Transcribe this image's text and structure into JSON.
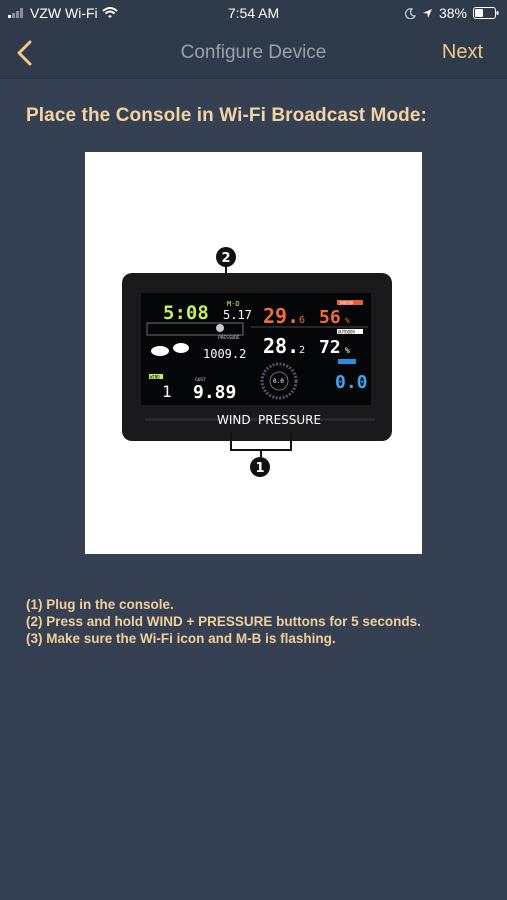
{
  "status_bar": {
    "carrier": "VZW Wi-Fi",
    "time": "7:54 AM",
    "battery": "38%"
  },
  "nav": {
    "title": "Configure Device",
    "next_label": "Next",
    "back_icon": "chevron-left-icon"
  },
  "heading": "Place the Console in Wi-Fi Broadcast Mode:",
  "console": {
    "time": "5:08",
    "date_label": "M-D",
    "date": "5.17",
    "indoor_label": "INDOOR",
    "indoor_temp": "29.",
    "indoor_temp_dec": "6",
    "indoor_hum": "56",
    "outdoor_label": "OUTDOOR",
    "outdoor_temp": "28.",
    "outdoor_temp_dec": "2",
    "outdoor_hum": "72",
    "pressure_label": "PRESSURE",
    "pressure": "1009.2",
    "wind_box_label": "WIND",
    "wind_speed": "1",
    "gust_label": "GUST",
    "gust": "9.89",
    "compass_value": "0.0",
    "rain": "0.0",
    "wind_button": "WIND",
    "pressure_button": "PRESSURE",
    "callout_1": "1",
    "callout_2": "2"
  },
  "steps": [
    "(1) Plug in the console.",
    "(2) Press and hold WIND + PRESSURE buttons for 5 seconds.",
    "(3) Make sure the Wi-Fi icon and M-B is flashing."
  ],
  "colors": {
    "background": "#354152",
    "nav_background": "#2f3a4a",
    "accent": "#f1c98b",
    "heading_text": "#f2d4a4"
  }
}
